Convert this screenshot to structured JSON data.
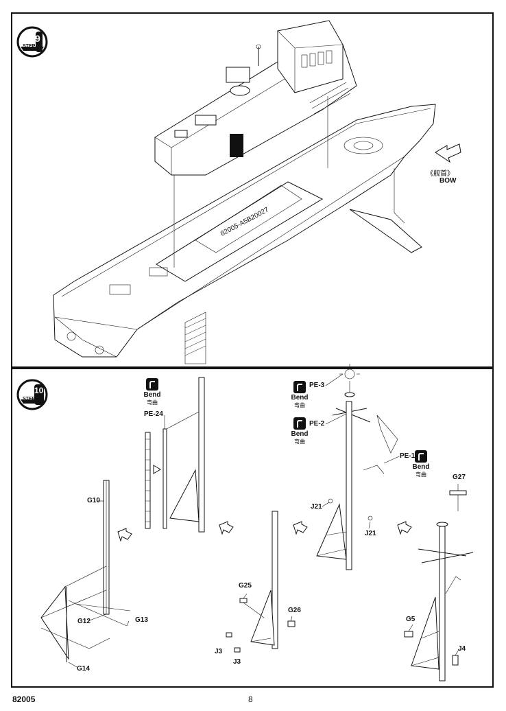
{
  "step_upper": {
    "number": "9",
    "word": "STEP"
  },
  "step_lower": {
    "number": "10",
    "word": "STEP"
  },
  "bow": {
    "chinese": "《舰首》",
    "english": "BOW"
  },
  "hull_marking": "82005-A5B20027",
  "bends": [
    {
      "id": "bend-pe24",
      "en": "Bend",
      "zh": "弯曲"
    },
    {
      "id": "bend-pe3",
      "en": "Bend",
      "zh": "弯曲"
    },
    {
      "id": "bend-pe2",
      "en": "Bend",
      "zh": "弯曲"
    },
    {
      "id": "bend-pe1",
      "en": "Bend",
      "zh": "弯曲"
    }
  ],
  "parts": {
    "pe24": "PE-24",
    "pe3": "PE-3",
    "pe2": "PE-2",
    "pe1": "PE-1",
    "g10": "G10",
    "g12": "G12",
    "g13": "G13",
    "g14": "G14",
    "g25": "G25",
    "g26": "G26",
    "j3a": "J3",
    "j3b": "J3",
    "j21a": "J21",
    "j21b": "J21",
    "g27": "G27",
    "g5": "G5",
    "j4": "J4"
  },
  "footer": {
    "code": "82005",
    "page": "8"
  }
}
